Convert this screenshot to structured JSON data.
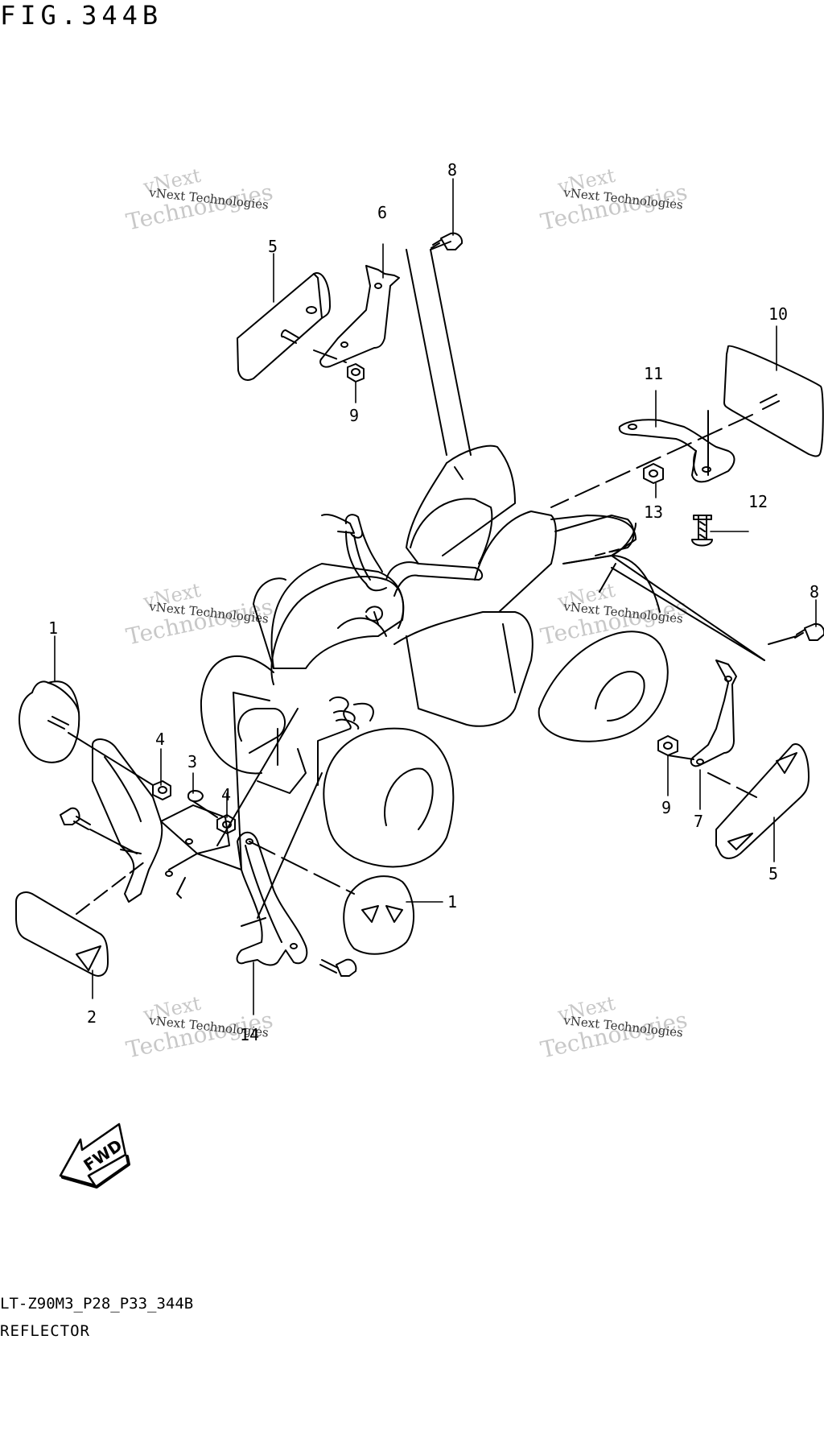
{
  "figure": {
    "title": "FIG.344B"
  },
  "watermark": {
    "line_small": "vNext Technologies",
    "line_big_top": "vNext",
    "line_big_bottom": "Technologies"
  },
  "fwd_label": "FWD",
  "callouts": {
    "c1a": "1",
    "c1b": "1",
    "c2": "2",
    "c3": "3",
    "c4a": "4",
    "c4b": "4",
    "c5a": "5",
    "c5b": "5",
    "c6": "6",
    "c7": "7",
    "c8a": "8",
    "c8b": "8",
    "c9a": "9",
    "c9b": "9",
    "c10": "10",
    "c11": "11",
    "c12": "12",
    "c13": "13",
    "c14": "14"
  },
  "footer": {
    "code": "LT-Z90M3_P28_P33_344B",
    "name": "REFLECTOR"
  }
}
